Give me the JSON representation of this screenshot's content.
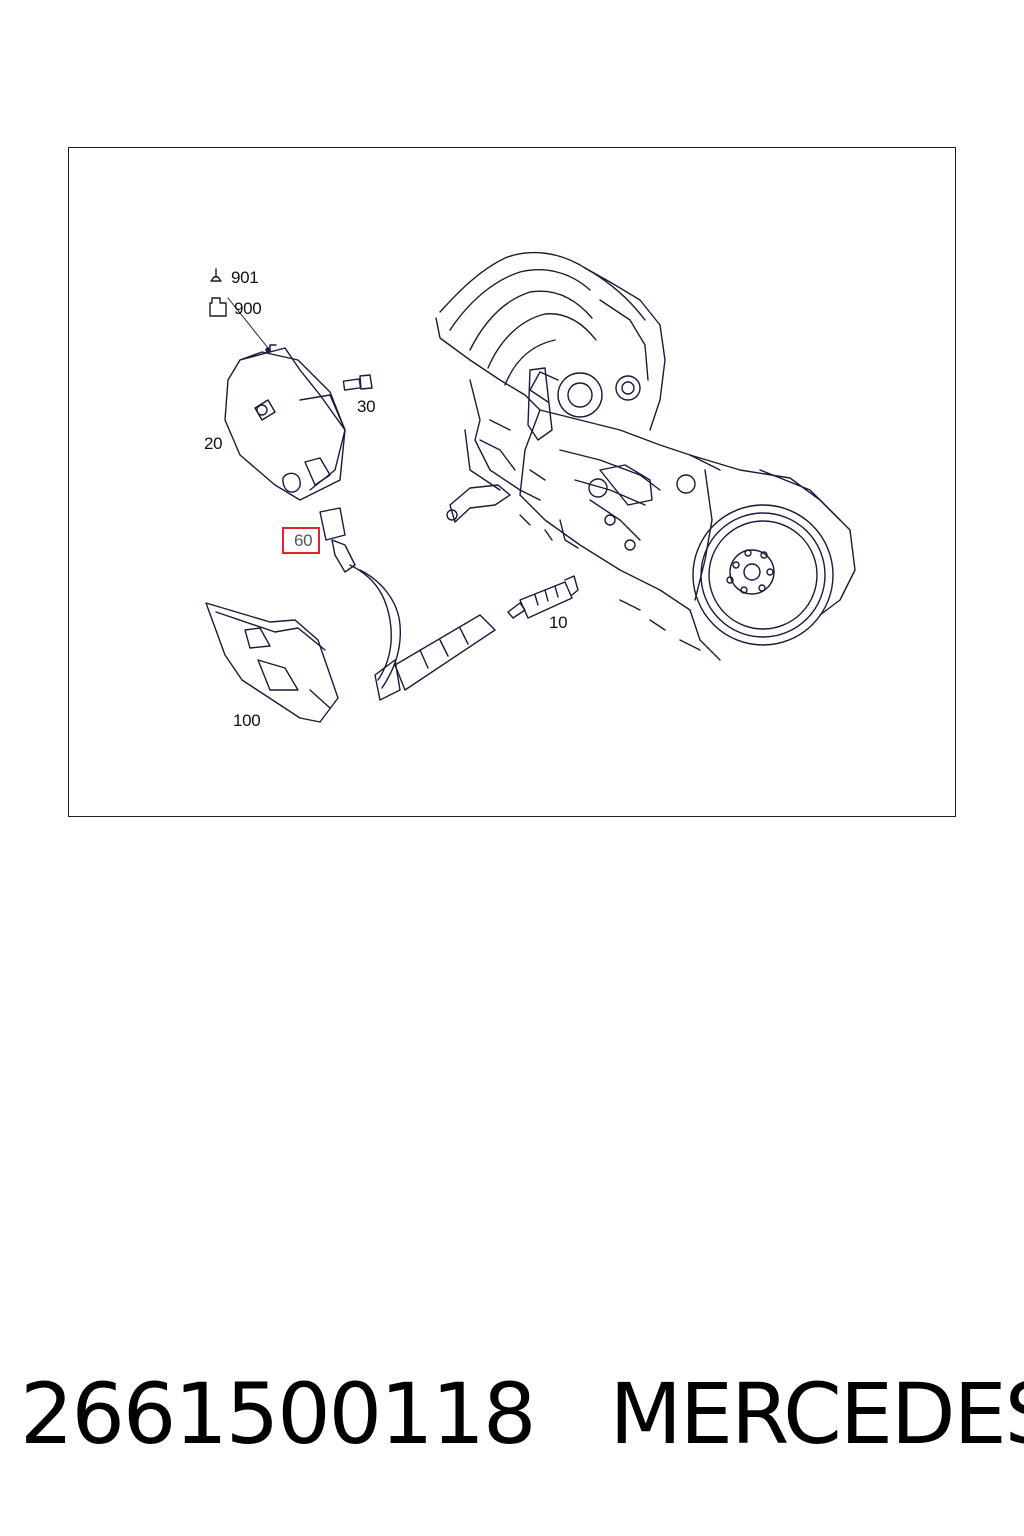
{
  "callouts": {
    "c901": "901",
    "c900": "900",
    "c30": "30",
    "c20": "20",
    "c60": "60",
    "c10": "10",
    "c100": "100"
  },
  "footer": {
    "part_number": "2661500118",
    "brand": "MERCEDES"
  },
  "colors": {
    "line": "#1a1a3a",
    "highlight": "#e0262b"
  }
}
